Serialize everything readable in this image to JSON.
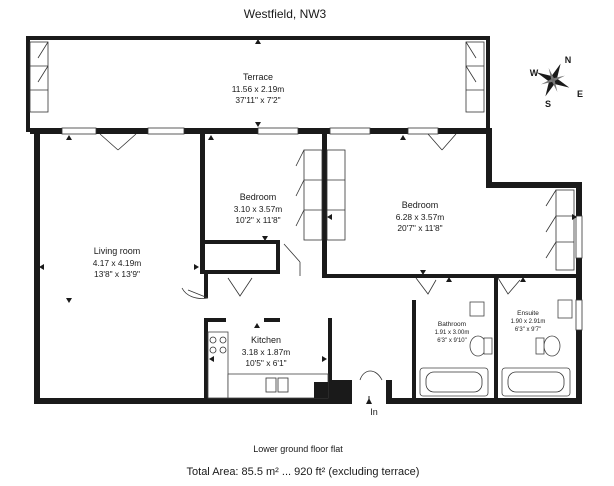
{
  "title": "Westfield, NW3",
  "rooms": {
    "terrace": {
      "name": "Terrace",
      "metric": "11.56 x 2.19m",
      "imperial": "37'11\" x 7'2\""
    },
    "living": {
      "name": "Living room",
      "metric": "4.17 x 4.19m",
      "imperial": "13'8\" x 13'9\""
    },
    "bedroom1": {
      "name": "Bedroom",
      "metric": "3.10 x 3.57m",
      "imperial": "10'2\" x 11'8\""
    },
    "bedroom2": {
      "name": "Bedroom",
      "metric": "6.28 x 3.57m",
      "imperial": "20'7\" x 11'8\""
    },
    "kitchen": {
      "name": "Kitchen",
      "metric": "3.18 x 1.87m",
      "imperial": "10'5\" x 6'1\""
    },
    "bathroom": {
      "name": "Bathroom",
      "metric": "1.91 x 3.00m",
      "imperial": "6'3\" x 9'10\""
    },
    "ensuite": {
      "name": "Ensuite",
      "metric": "1.90 x 2.91m",
      "imperial": "6'3\" x 9'7\""
    }
  },
  "entrance_label": "In",
  "compass": {
    "n": "N",
    "s": "S",
    "e": "E",
    "w": "W"
  },
  "caption": "Lower ground floor flat",
  "total_area": "Total Area: 85.5 m² ... 920 ft² (excluding terrace)",
  "colors": {
    "wall": "#1a1a1a",
    "background": "#ffffff"
  }
}
